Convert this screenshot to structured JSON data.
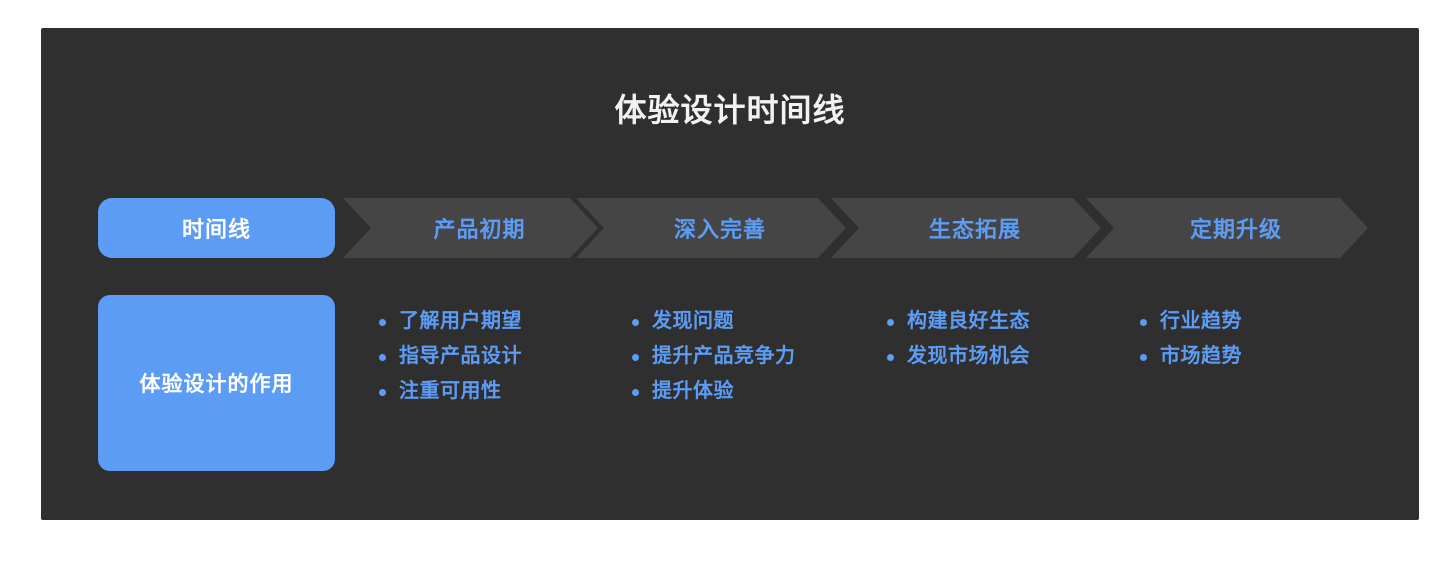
{
  "page": {
    "background": "#ffffff",
    "panel_background": "#2f2f2f",
    "accent": "#5c9cf5",
    "chevron_fill": "#454545",
    "title_color": "#f2f2f2"
  },
  "title": "体验设计时间线",
  "row_labels": {
    "stage_label": "时间线",
    "role_label": "体验设计的作用"
  },
  "stages": [
    {
      "label": "产品初期"
    },
    {
      "label": "深入完善"
    },
    {
      "label": "生态拓展"
    },
    {
      "label": "定期升级"
    }
  ],
  "columns": [
    {
      "items": [
        "了解用户期望",
        "指导产品设计",
        "注重可用性"
      ]
    },
    {
      "items": [
        "发现问题",
        "提升产品竞争力",
        "提升体验"
      ]
    },
    {
      "items": [
        "构建良好生态",
        "发现市场机会"
      ]
    },
    {
      "items": [
        "行业趋势",
        "市场趋势"
      ]
    }
  ]
}
